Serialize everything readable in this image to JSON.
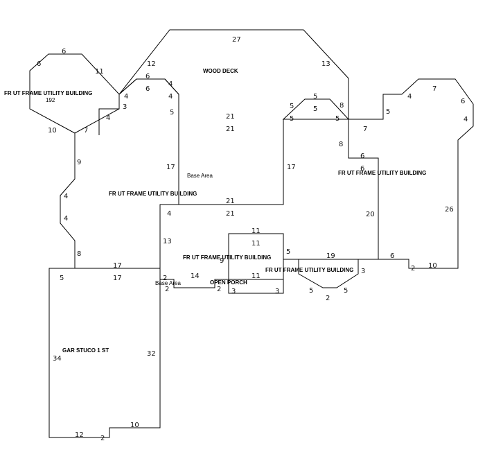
{
  "sketch": {
    "labels": {
      "utility_bldg_top_left": "FR UT FRAME UTILITY BUILDING",
      "utility_bldg_top_left_area": "192",
      "wood_deck": "WOOD DECK",
      "base_area_main": "Base Area",
      "utility_bldg_middle_left": "FR UT FRAME UTILITY BUILDING",
      "utility_bldg_right": "FR UT FRAME UTILITY BUILDING",
      "utility_bldg_center": "FR UT FRAME UTILITY BUILDING",
      "utility_bldg_bay": "FR UT FRAME UTILITY BUILDING",
      "base_area_small": "Base Area",
      "open_porch": "OPEN PORCH",
      "garage": "GAR STUCO 1 ST"
    },
    "dimensions": {
      "d01": "6",
      "d02": "6",
      "d03": "11",
      "d04": "10",
      "d05": "7",
      "d06": "4",
      "d07": "3",
      "d08": "4",
      "d09": "12",
      "d10": "27",
      "d11": "13",
      "d12": "6",
      "d13": "6",
      "d14": "4",
      "d15": "4",
      "d16": "5",
      "d17": "21",
      "d18": "21",
      "d19": "17",
      "d20": "17",
      "d21": "9",
      "d22": "4",
      "d23": "4",
      "d24": "8",
      "d25": "5",
      "d26": "5",
      "d27": "5",
      "d28": "5",
      "d29": "5",
      "d30": "8",
      "d31": "8",
      "d32": "7",
      "d33": "5",
      "d34": "4",
      "d35": "7",
      "d36": "6",
      "d37": "4",
      "d38": "6",
      "d39": "6",
      "d40": "20",
      "d41": "26",
      "d42": "21",
      "d43": "21",
      "d44": "4",
      "d45": "13",
      "d46": "11",
      "d47": "11",
      "d48": "5",
      "d49": "19",
      "d50": "6",
      "d51": "3",
      "d52": "2",
      "d53": "10",
      "d54": "17",
      "d55": "17",
      "d56": "5",
      "d57": "2",
      "d58": "2",
      "d59": "14",
      "d60": "9",
      "d61": "11",
      "d62": "2",
      "d63": "3",
      "d64": "3",
      "d65": "5",
      "d66": "2",
      "d67": "5",
      "d68": "34",
      "d69": "32",
      "d70": "12",
      "d71": "2",
      "d72": "10"
    }
  }
}
